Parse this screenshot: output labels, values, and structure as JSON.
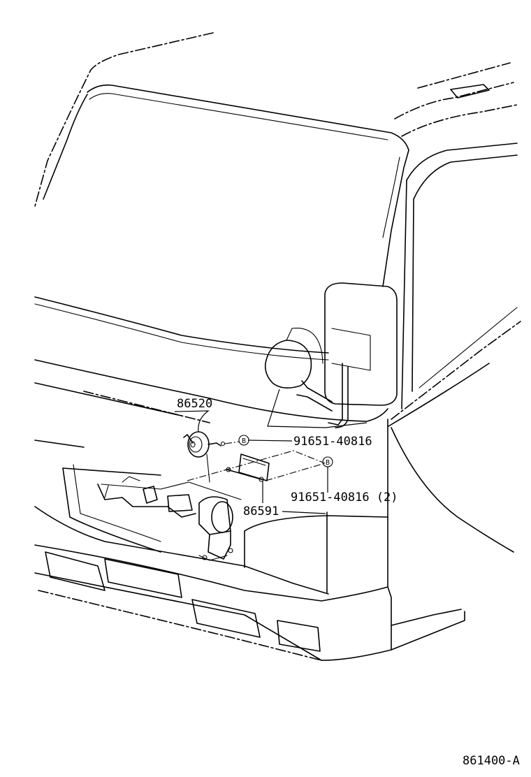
{
  "diagram": {
    "parts": [
      {
        "id": "horn",
        "part_number": "86520"
      },
      {
        "id": "bracket",
        "part_number": "86591"
      }
    ],
    "bolts": [
      {
        "id": "bolt-upper",
        "marker": "B",
        "part_number": "91651-40816"
      },
      {
        "id": "bolt-lower",
        "marker": "B",
        "part_number": "91651-40816 (2)"
      }
    ],
    "figure_code": "861400-A"
  }
}
